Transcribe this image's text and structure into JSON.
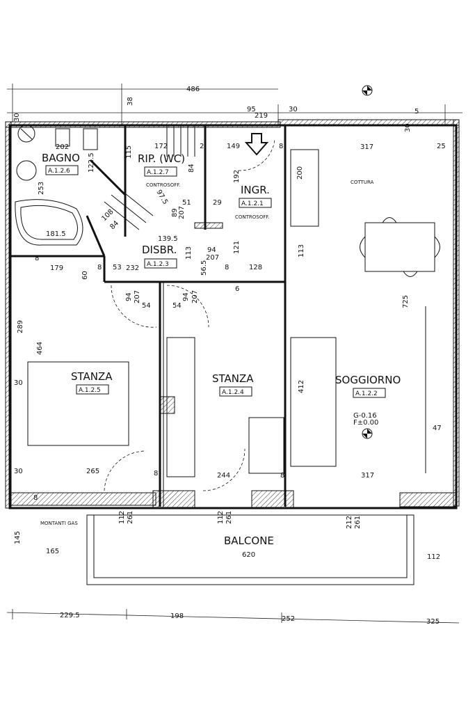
{
  "rooms": {
    "bagno": {
      "name": "BAGNO",
      "code": "A.1.2.6"
    },
    "ripostiglio": {
      "name": "RIP. (WC)",
      "code": "A.1.2.7",
      "note": "CONTROSOFF."
    },
    "ingresso": {
      "name": "INGR.",
      "code": "A.1.2.1",
      "note": "CONTROSOFF."
    },
    "disimpegno": {
      "name": "DISBR.",
      "code": "A.1.2.3"
    },
    "stanza1": {
      "name": "STANZA",
      "code": "A.1.2.5"
    },
    "stanza2": {
      "name": "STANZA",
      "code": "A.1.2.4"
    },
    "soggiorno": {
      "name": "SOGGIORNO",
      "code": "A.1.2.2"
    },
    "balcone": {
      "name": "BALCONE",
      "dim": "620"
    }
  },
  "labels": {
    "cottura": "COTTURA",
    "montanti": "MONTANTI GAS",
    "quota_g": "G-0.16",
    "quota_f": "F±0.00"
  },
  "dimensions": {
    "top_486": "486",
    "top_30a": "30",
    "top_38": "38",
    "top_30b": "30",
    "top_95": "95",
    "top_219": "219",
    "top_30c": "30",
    "top_5": "5",
    "r_202": "202",
    "r_122_5": "122.5",
    "r_115": "115",
    "r_172": "172",
    "r_84": "84",
    "r_2": "2",
    "r_149": "149",
    "r_8": "8",
    "r_317_top": "317",
    "r_25": "25",
    "r_200": "200",
    "r_253": "253",
    "r_192": "192",
    "r_97_5": "97.5",
    "r_51": "51",
    "r_29": "29",
    "r_89": "89",
    "r_207a": "207",
    "r_181_5": "181.5",
    "r_108": "108",
    "r_84b": "84",
    "r_139_5": "139.5",
    "r_94a": "94",
    "r_207b": "207",
    "r_121": "121",
    "r_113a": "113",
    "r_113b": "113",
    "r_56_5": "56.5",
    "r_179": "179",
    "r_53": "53",
    "r_232": "232",
    "r_8b": "8",
    "r_128": "128",
    "r_60": "60",
    "r_94b": "94",
    "r_207c": "207",
    "r_54a": "54",
    "r_94c": "94",
    "r_207d": "207",
    "r_54b": "54",
    "r_289": "289",
    "r_464": "464",
    "r_725": "725",
    "r_30d": "30",
    "r_412": "412",
    "r_47": "47",
    "r_30e": "30",
    "r_265": "265",
    "r_8c": "8",
    "r_244": "244",
    "r_8d": "8",
    "r_317_bot": "317",
    "r_112a": "112",
    "r_261a": "261",
    "r_112b": "112",
    "r_261b": "261",
    "r_212": "212",
    "r_261c": "261",
    "r_145": "145",
    "r_165": "165",
    "r_112c": "112",
    "bot_229_5": "229.5",
    "bot_198": "198",
    "bot_252": "252",
    "bot_325": "325",
    "r_8e": "8",
    "r_6": "6",
    "r_8f": "8",
    "r_8g": "8"
  }
}
